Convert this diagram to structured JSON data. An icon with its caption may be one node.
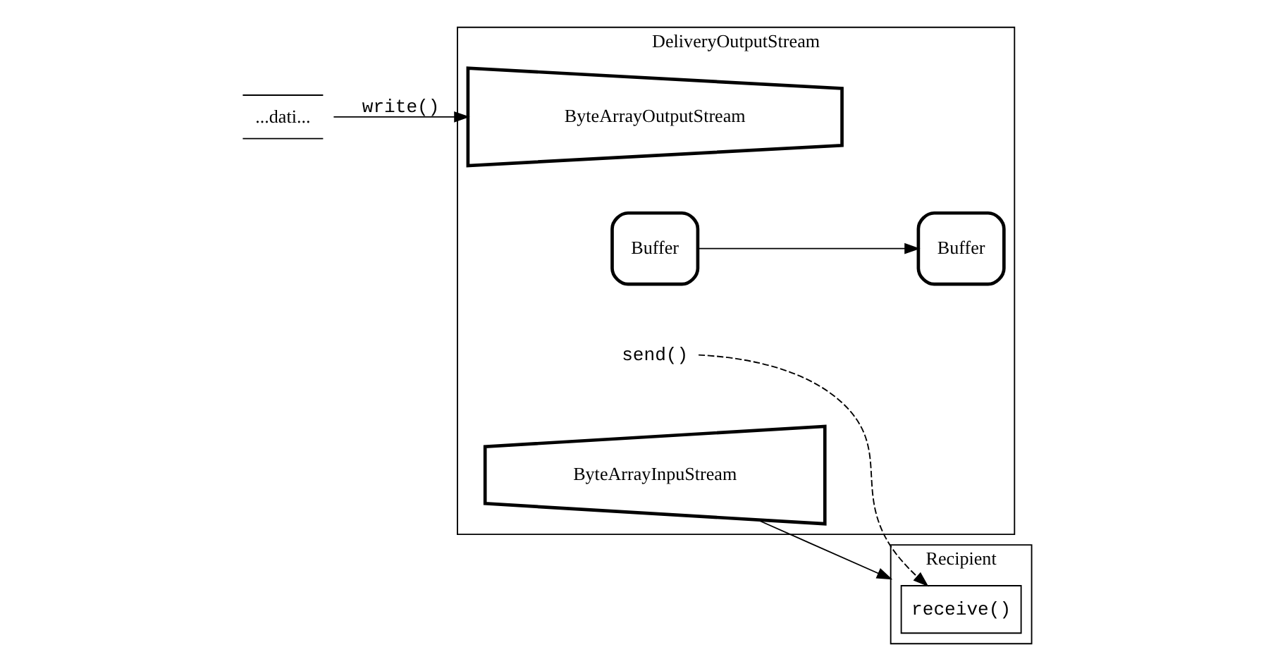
{
  "diagram": {
    "nodes": [
      {
        "text": [
          "DeliveryOutputStream"
        ]
      },
      {
        "text": [
          "...dati..."
        ]
      },
      {
        "text": [
          "ByteArrayOutputStream"
        ],
        "in": 0
      },
      {
        "text": [
          "Buffer"
        ],
        "in": 0
      },
      {
        "text": [
          "send()"
        ],
        "in": 0
      },
      {
        "text": [
          "Buffer"
        ],
        "in": 0
      },
      {
        "text": [
          "ByteArrayInpuStream"
        ],
        "in": 0
      },
      {
        "text": [
          "Recipient"
        ]
      },
      {
        "text": [
          "receive()"
        ],
        "in": 7
      }
    ],
    "edges": [
      {
        "from": 1,
        "to": 2,
        "arrow": "to",
        "label": "write()"
      },
      {
        "from": 3,
        "to": 5,
        "arrow": "to"
      },
      {
        "from": 4,
        "to": 8,
        "arrow": "to",
        "style": "dashed"
      },
      {
        "from": 6,
        "to": 7,
        "arrow": "to"
      }
    ]
  }
}
